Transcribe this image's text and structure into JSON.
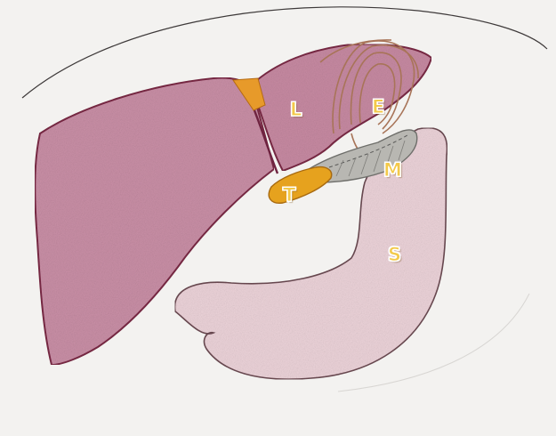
{
  "labels": {
    "liver": "L",
    "esophagus": "E",
    "mesh": "M",
    "tape": "T",
    "stomach": "S"
  },
  "colors": {
    "background": "#f3f2f0",
    "liver_fill": "#c98fa6",
    "liver_outline": "#7a2a45",
    "stomach_fill": "#ecd3d9",
    "stomach_outline": "#6b4a52",
    "tape": "#e6a21e",
    "mesh": "#9a9a96",
    "esophagus": "#b07a5c",
    "label_text": "#f3c94a"
  }
}
